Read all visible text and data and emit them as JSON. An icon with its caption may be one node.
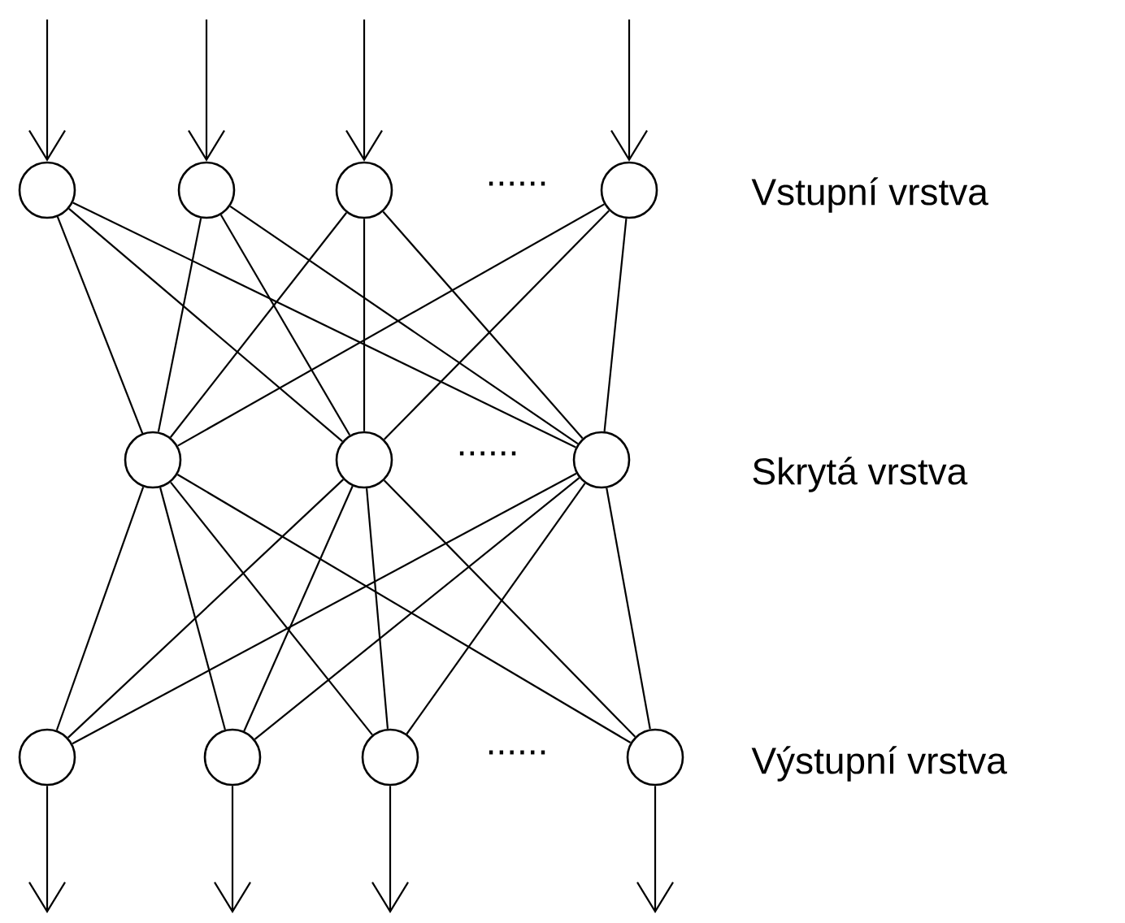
{
  "diagram": {
    "nodes": [
      {
        "text": [],
        "shape": "circle"
      },
      {
        "text": [],
        "shape": "circle"
      },
      {
        "text": [],
        "shape": "circle"
      },
      {
        "text": [],
        "shape": "circle"
      },
      {
        "text": [],
        "shape": "circle"
      },
      {
        "text": [],
        "shape": "circle"
      },
      {
        "text": [],
        "shape": "circle"
      },
      {
        "text": [],
        "shape": "circle"
      },
      {
        "text": [],
        "shape": "circle"
      },
      {
        "text": [],
        "shape": "circle"
      },
      {
        "text": [],
        "shape": "circle"
      }
    ],
    "edges": [
      {
        "from": null,
        "to": 0,
        "arrow": "to"
      },
      {
        "from": null,
        "to": 1,
        "arrow": "to"
      },
      {
        "from": null,
        "to": 2,
        "arrow": "to"
      },
      {
        "from": null,
        "to": 3,
        "arrow": "to"
      },
      {
        "from": 0,
        "to": 4,
        "arrow": "none"
      },
      {
        "from": 0,
        "to": 5,
        "arrow": "none"
      },
      {
        "from": 0,
        "to": 6,
        "arrow": "none"
      },
      {
        "from": 1,
        "to": 4,
        "arrow": "none"
      },
      {
        "from": 1,
        "to": 5,
        "arrow": "none"
      },
      {
        "from": 1,
        "to": 6,
        "arrow": "none"
      },
      {
        "from": 2,
        "to": 4,
        "arrow": "none"
      },
      {
        "from": 2,
        "to": 5,
        "arrow": "none"
      },
      {
        "from": 2,
        "to": 6,
        "arrow": "none"
      },
      {
        "from": 3,
        "to": 4,
        "arrow": "none"
      },
      {
        "from": 3,
        "to": 5,
        "arrow": "none"
      },
      {
        "from": 3,
        "to": 6,
        "arrow": "none"
      },
      {
        "from": 4,
        "to": 7,
        "arrow": "none"
      },
      {
        "from": 4,
        "to": 8,
        "arrow": "none"
      },
      {
        "from": 4,
        "to": 9,
        "arrow": "none"
      },
      {
        "from": 4,
        "to": 10,
        "arrow": "none"
      },
      {
        "from": 5,
        "to": 7,
        "arrow": "none"
      },
      {
        "from": 5,
        "to": 8,
        "arrow": "none"
      },
      {
        "from": 5,
        "to": 9,
        "arrow": "none"
      },
      {
        "from": 5,
        "to": 10,
        "arrow": "none"
      },
      {
        "from": 6,
        "to": 7,
        "arrow": "none"
      },
      {
        "from": 6,
        "to": 8,
        "arrow": "none"
      },
      {
        "from": 6,
        "to": 9,
        "arrow": "none"
      },
      {
        "from": 6,
        "to": 10,
        "arrow": "none"
      },
      {
        "from": 7,
        "to": null,
        "arrow": "to"
      },
      {
        "from": 8,
        "to": null,
        "arrow": "to"
      },
      {
        "from": 9,
        "to": null,
        "arrow": "to"
      },
      {
        "from": 10,
        "to": null,
        "arrow": "to"
      }
    ],
    "labels": [
      "......",
      "Vstupní vrstva",
      "......",
      "Skrytá vrstva",
      "......",
      "Výstupní vrstva"
    ]
  }
}
